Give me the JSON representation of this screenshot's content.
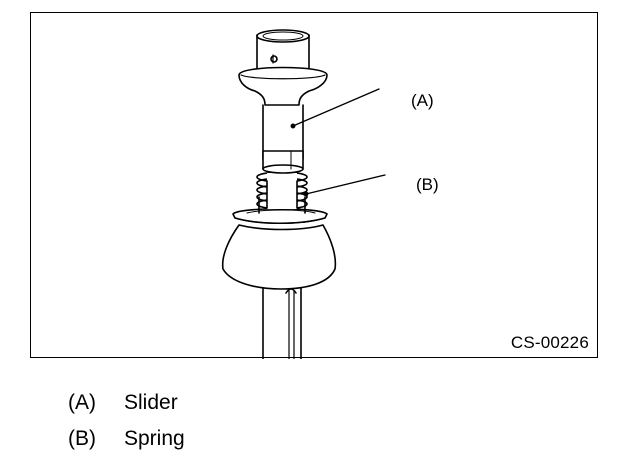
{
  "figure": {
    "callouts": {
      "a": "(A)",
      "b": "(B)"
    },
    "code": "CS-00226"
  },
  "legend": [
    {
      "key": "(A)",
      "label": "Slider"
    },
    {
      "key": "(B)",
      "label": "Spring"
    }
  ]
}
